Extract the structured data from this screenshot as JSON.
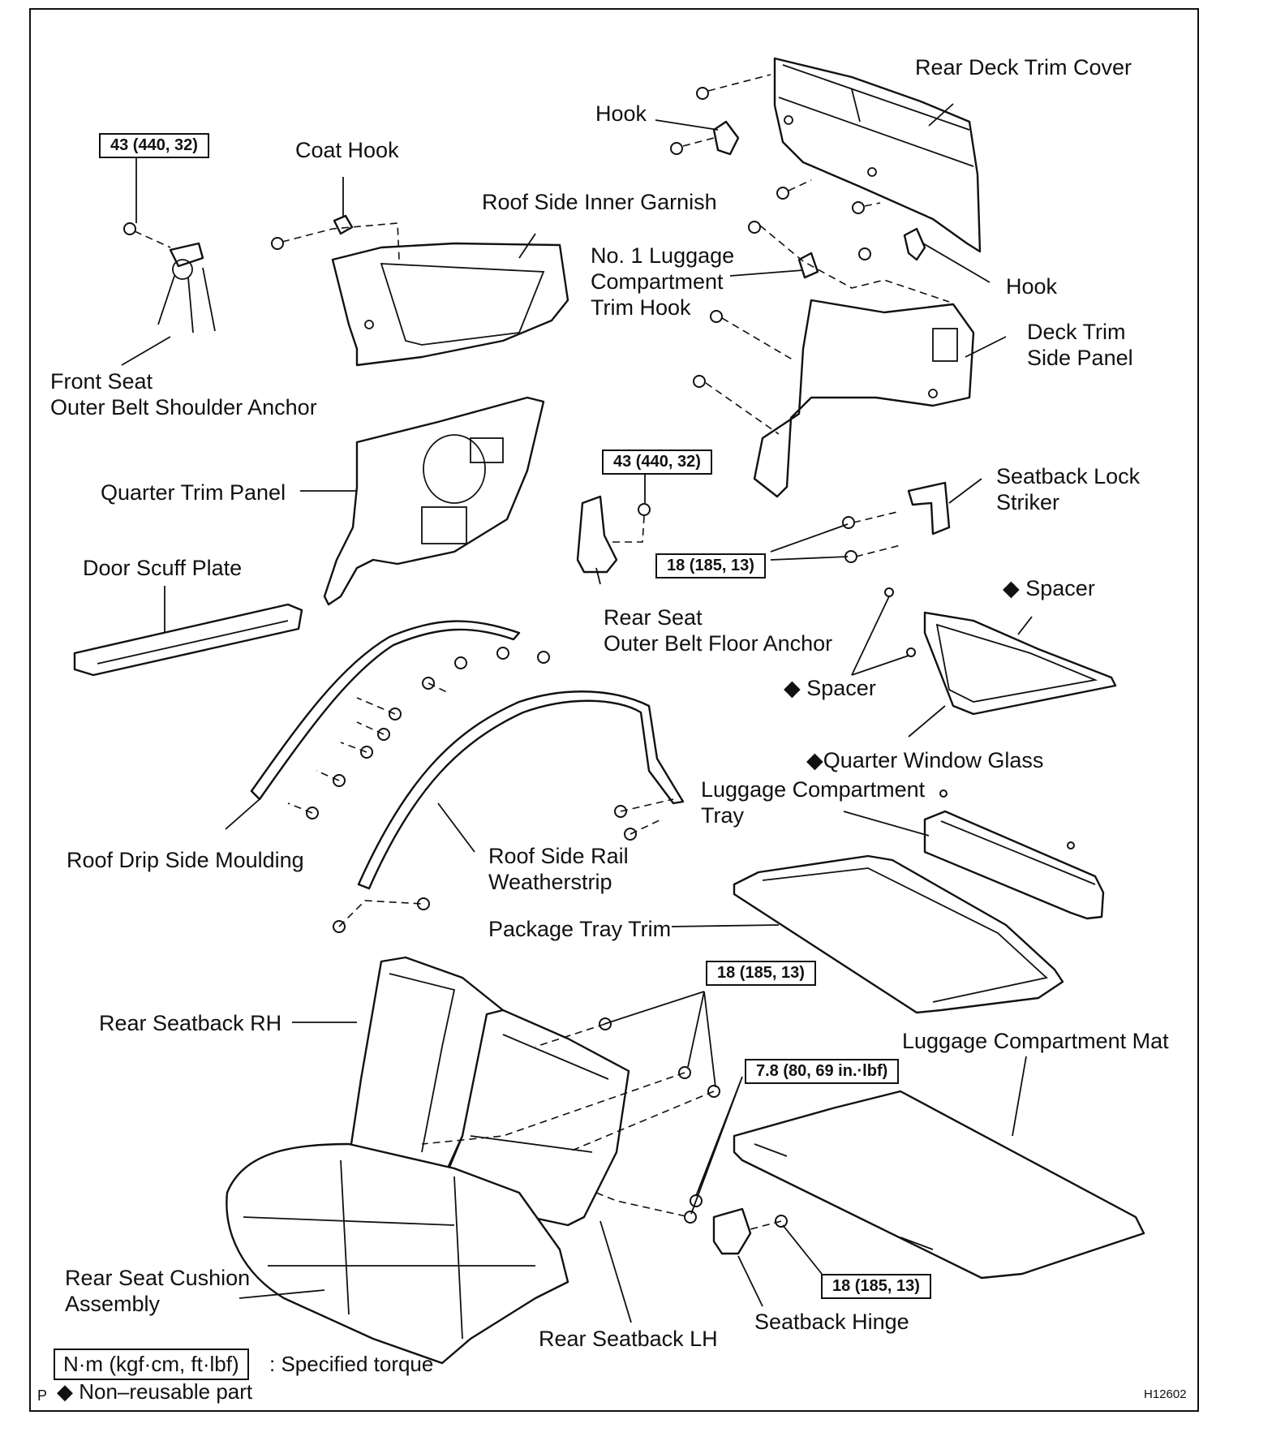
{
  "labels": {
    "rear_deck_trim_cover": "Rear Deck Trim Cover",
    "hook_top": "Hook",
    "coat_hook": "Coat Hook",
    "roof_side_inner_garnish": "Roof Side Inner Garnish",
    "no1_luggage_hook": [
      "No. 1 Luggage",
      "Compartment",
      "Trim Hook"
    ],
    "hook_right": "Hook",
    "deck_trim_side_panel": [
      "Deck Trim",
      "Side Panel"
    ],
    "front_seat_anchor": [
      "Front Seat",
      "Outer Belt Shoulder Anchor"
    ],
    "quarter_trim_panel": "Quarter Trim Panel",
    "seatback_lock_striker": [
      "Seatback Lock",
      "Striker"
    ],
    "door_scuff_plate": "Door Scuff Plate",
    "rear_seat_floor_anchor": [
      "Rear Seat",
      "Outer Belt Floor Anchor"
    ],
    "spacer_right": "◆ Spacer",
    "spacer_left": "◆ Spacer",
    "quarter_window_glass": "◆Quarter Window Glass",
    "luggage_tray": [
      "Luggage Compartment",
      "Tray"
    ],
    "roof_drip_side_moulding": "Roof Drip Side Moulding",
    "roof_side_rail_weatherstrip": [
      "Roof Side Rail",
      "Weatherstrip"
    ],
    "package_tray_trim": "Package Tray Trim",
    "rear_seatback_rh": "Rear Seatback RH",
    "luggage_compartment_mat": "Luggage Compartment Mat",
    "rear_seat_cushion": [
      "Rear Seat Cushion",
      "Assembly"
    ],
    "rear_seatback_lh": "Rear Seatback LH",
    "seatback_hinge": "Seatback Hinge"
  },
  "torques": {
    "anchor_top": "43 (440, 32)",
    "anchor_floor": "43 (440, 32)",
    "striker": "18 (185, 13)",
    "seatback": "18 (185, 13)",
    "hinge_small": "7.8 (80, 69 in.·lbf)",
    "hinge": "18 (185, 13)"
  },
  "legend": {
    "unit_box": "N·m (kgf·cm, ft·lbf)",
    "unit_text": ": Specified torque",
    "p_mark": "P",
    "nonreusable": "◆ Non–reusable part"
  },
  "figure_code": "H12602"
}
